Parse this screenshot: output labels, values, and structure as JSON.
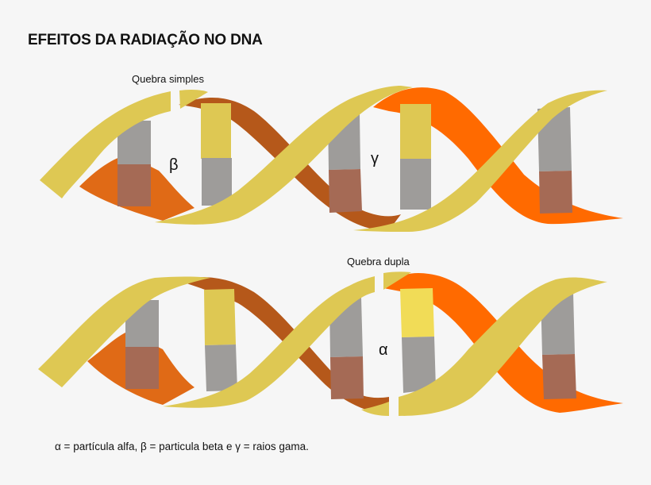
{
  "title": "EFEITOS DA RADIAÇÃO NO DNA",
  "top_helix": {
    "break_label": "Quebra simples",
    "greek_left": "β",
    "greek_right": "γ"
  },
  "bottom_helix": {
    "break_label": "Quebra dupla",
    "greek": "α"
  },
  "caption": "α = partícula alfa, β = particula beta e γ = raios gama.",
  "colors": {
    "background": "#f6f6f6",
    "strand_yellow": "#dec853",
    "strand_brown": "#b5581a",
    "strand_orange": "#ff6a00",
    "strand_dark_orange": "#e06a16",
    "base_gray": "#9e9c9a",
    "base_brown": "#a56a55",
    "base_yellow": "#dec853",
    "base_bright_yellow": "#f1dc57"
  }
}
